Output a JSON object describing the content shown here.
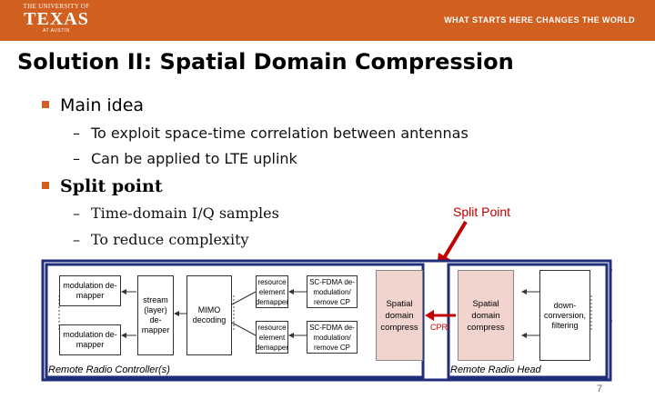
{
  "header": {
    "logo_line1": "THE UNIVERSITY OF",
    "logo_line2": "TEXAS",
    "logo_line3": "AT AUSTIN",
    "tagline": "WHAT STARTS HERE CHANGES THE WORLD",
    "bg_color": "#d15f1f"
  },
  "slide": {
    "title": "Solution II:  Spatial Domain Compression",
    "bullets": [
      {
        "label": "Main idea",
        "subs": [
          "To exploit space-time correlation between antennas",
          "Can be applied to LTE uplink"
        ]
      },
      {
        "label": "Split point",
        "subs": [
          "Time-domain I/Q samples",
          "To reduce complexity"
        ]
      }
    ],
    "page_number": "7"
  },
  "diagram": {
    "split_point_label": "Split Point",
    "blocks": {
      "mod_demapper_1": "modulation de-mapper",
      "mod_demapper_2": "modulation de-mapper",
      "stream_demapper": "stream (layer) de-mapper",
      "mimo": "MIMO decoding",
      "re_demapper_1": "resource element demapper",
      "re_demapper_2": "resource element demapper",
      "scfdma_1": "SC-FDMA de-modulation/ remove CP",
      "scfdma_2": "SC-FDMA de-modulation/ remove CP",
      "spatial_decompress": "Spatial domain compress",
      "cpri": "CPRI",
      "spatial_compress": "Spatial domain compress",
      "downconversion": "down-conversion, filtering"
    },
    "rrc_label": "Remote Radio Controller(s)",
    "rrh_label": "Remote Radio Head",
    "border_color": "#1f2d7a",
    "accent_color": "#c00000"
  }
}
